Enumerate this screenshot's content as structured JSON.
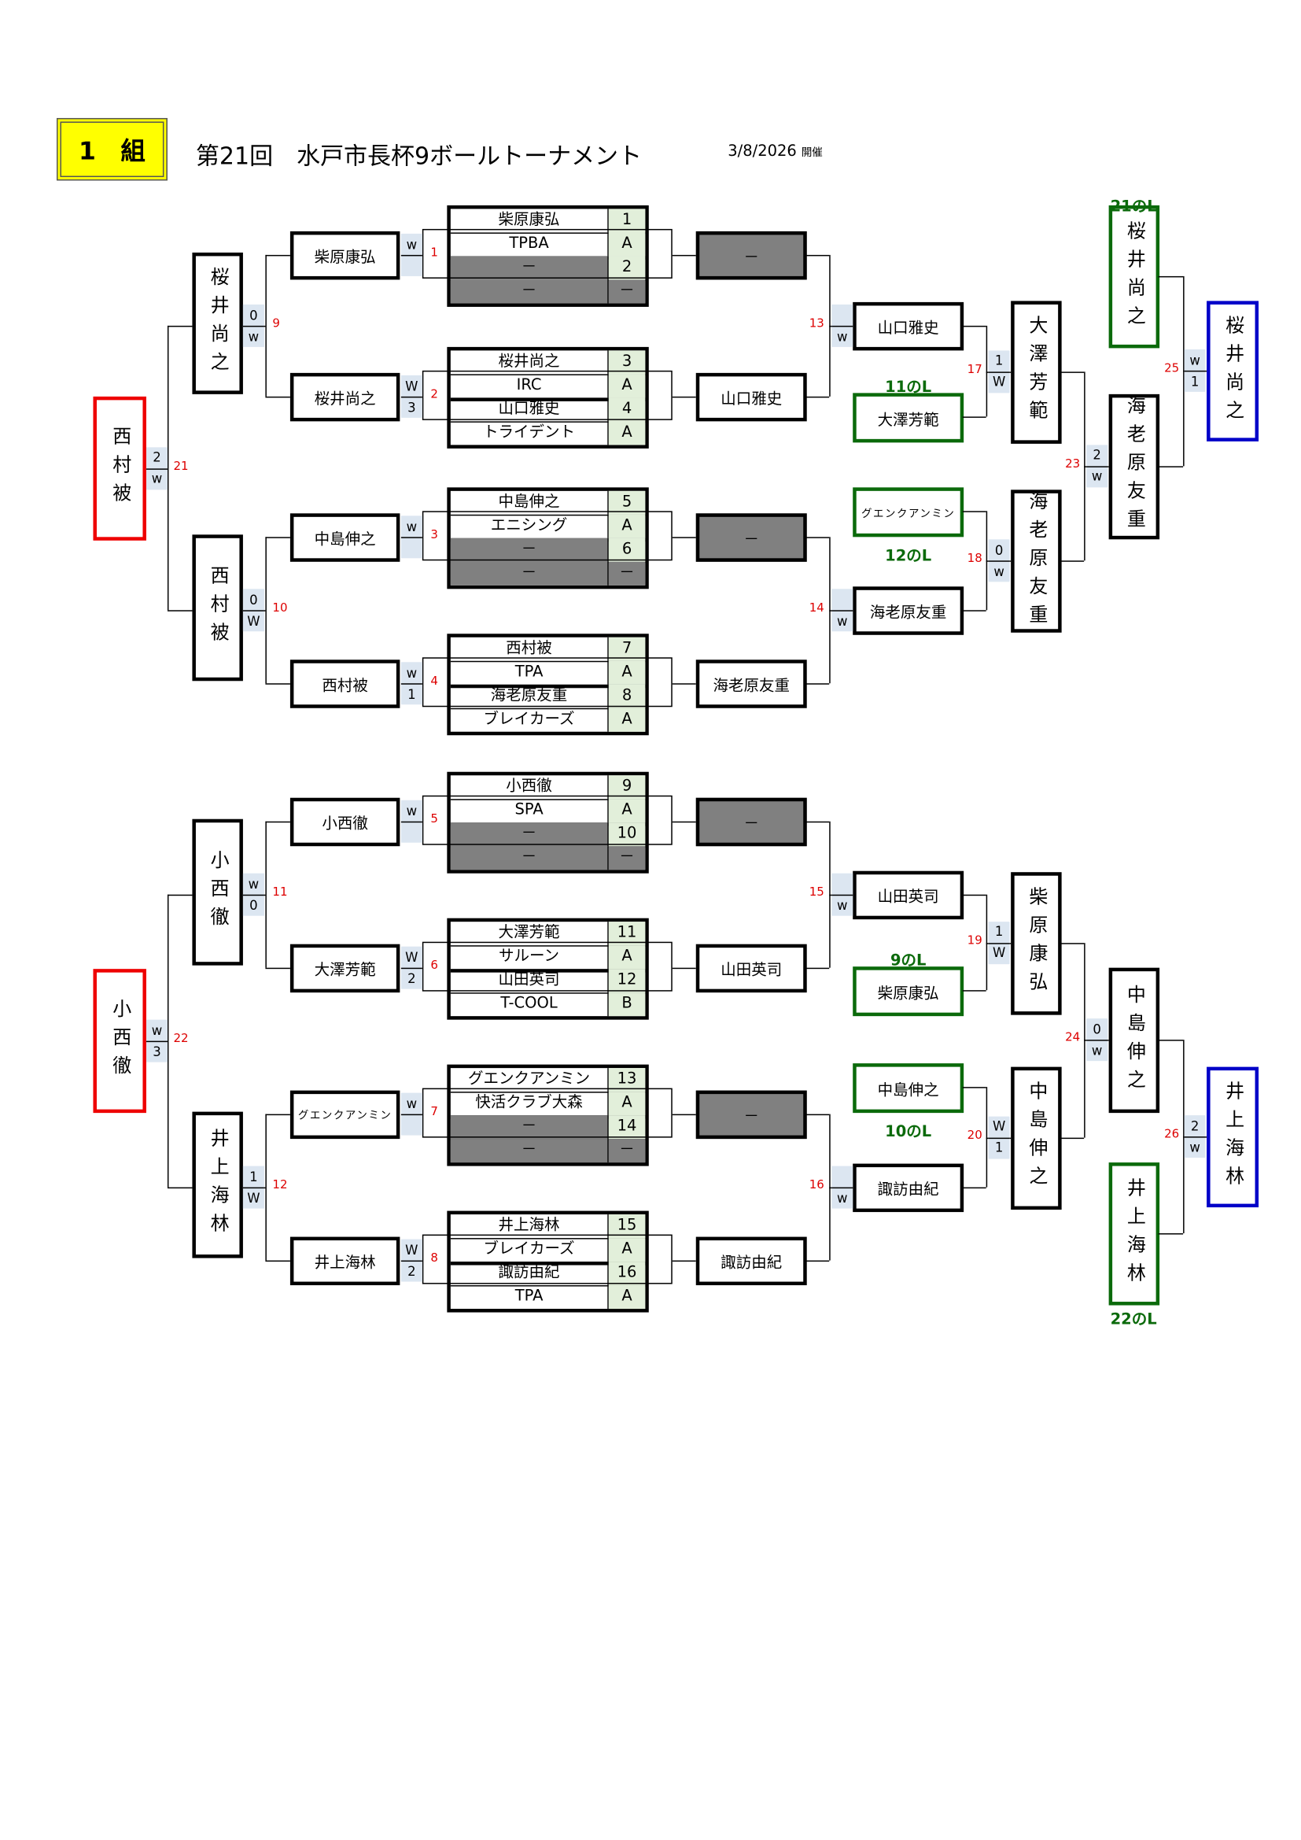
{
  "header": {
    "group": "1　組",
    "title": "第21回　水戸市長杯9ボールトーナメント",
    "date": "3/8/2026",
    "date_suffix": "開催"
  },
  "round1": [
    {
      "match": "1",
      "winner": "柴原康弘",
      "score": [
        "w",
        ""
      ],
      "rows": [
        {
          "name": "柴原康弘",
          "seed": "1"
        },
        {
          "name": "TPBA",
          "seed": "A"
        },
        {
          "name": "－",
          "seed": "2"
        },
        {
          "name": "－",
          "seed": "－"
        }
      ]
    },
    {
      "match": "2",
      "winner": "桜井尚之",
      "score": [
        "W",
        "3"
      ],
      "rows": [
        {
          "name": "桜井尚之",
          "seed": "3"
        },
        {
          "name": "IRC",
          "seed": "A"
        },
        {
          "name": "山口雅史",
          "seed": "4"
        },
        {
          "name": "トライデント",
          "seed": "A"
        }
      ]
    },
    {
      "match": "3",
      "winner": "中島伸之",
      "score": [
        "w",
        ""
      ],
      "rows": [
        {
          "name": "中島伸之",
          "seed": "5"
        },
        {
          "name": "エニシング",
          "seed": "A"
        },
        {
          "name": "－",
          "seed": "6"
        },
        {
          "name": "－",
          "seed": "－"
        }
      ]
    },
    {
      "match": "4",
      "winner": "西村被",
      "score": [
        "w",
        "1"
      ],
      "rows": [
        {
          "name": "西村被",
          "seed": "7"
        },
        {
          "name": "TPA",
          "seed": "A"
        },
        {
          "name": "海老原友重",
          "seed": "8"
        },
        {
          "name": "ブレイカーズ",
          "seed": "A"
        }
      ]
    },
    {
      "match": "5",
      "winner": "小西徹",
      "score": [
        "w",
        ""
      ],
      "rows": [
        {
          "name": "小西徹",
          "seed": "9"
        },
        {
          "name": "SPA",
          "seed": "A"
        },
        {
          "name": "－",
          "seed": "10"
        },
        {
          "name": "－",
          "seed": "－"
        }
      ]
    },
    {
      "match": "6",
      "winner": "大澤芳範",
      "score": [
        "W",
        "2"
      ],
      "rows": [
        {
          "name": "大澤芳範",
          "seed": "11"
        },
        {
          "name": "サルーン",
          "seed": "A"
        },
        {
          "name": "山田英司",
          "seed": "12"
        },
        {
          "name": "T-COOL",
          "seed": "B"
        }
      ]
    },
    {
      "match": "7",
      "winner": "グエンクアンミン",
      "score": [
        "w",
        ""
      ],
      "rows": [
        {
          "name": "グエンクアンミン",
          "seed": "13"
        },
        {
          "name": "快活クラブ大森",
          "seed": "A"
        },
        {
          "name": "－",
          "seed": "14"
        },
        {
          "name": "－",
          "seed": "－"
        }
      ]
    },
    {
      "match": "8",
      "winner": "井上海林",
      "score": [
        "W",
        "2"
      ],
      "rows": [
        {
          "name": "井上海林",
          "seed": "15"
        },
        {
          "name": "ブレイカーズ",
          "seed": "A"
        },
        {
          "name": "諏訪由紀",
          "seed": "16"
        },
        {
          "name": "TPA",
          "seed": "A"
        }
      ]
    }
  ],
  "left": {
    "r2": [
      {
        "match": "9",
        "name": "桜井尚之",
        "score": [
          "0",
          "w"
        ]
      },
      {
        "match": "10",
        "name": "西村被",
        "score": [
          "0",
          "W"
        ]
      },
      {
        "match": "11",
        "name": "小西徹",
        "score": [
          "w",
          "0"
        ]
      },
      {
        "match": "12",
        "name": "井上海林",
        "score": [
          "1",
          "W"
        ]
      }
    ],
    "r3": [
      {
        "match": "21",
        "name": "西村被",
        "score": [
          "2",
          "w"
        ]
      },
      {
        "match": "22",
        "name": "小西徹",
        "score": [
          "w",
          "3"
        ]
      }
    ]
  },
  "right": {
    "r1": [
      "－",
      "山口雅史",
      "－",
      "海老原友重",
      "－",
      "山田英司",
      "－",
      "諏訪由紀"
    ],
    "r2": [
      {
        "match": "13",
        "name": "山口雅史",
        "score": [
          "",
          "w"
        ]
      },
      {
        "match": "14",
        "name": "海老原友重",
        "score": [
          "",
          "w"
        ]
      },
      {
        "match": "15",
        "name": "山田英司",
        "score": [
          "",
          "w"
        ]
      },
      {
        "match": "16",
        "name": "諏訪由紀",
        "score": [
          "",
          "w"
        ]
      }
    ],
    "losers": [
      {
        "label": "11のL",
        "name": "大澤芳範"
      },
      {
        "label": "12のL",
        "name": "グエンクアンミン"
      },
      {
        "label": "9のL",
        "name": "柴原康弘"
      },
      {
        "label": "10のL",
        "name": "中島伸之"
      }
    ],
    "r3": [
      {
        "match": "17",
        "name": "大澤芳範",
        "score": [
          "1",
          "W"
        ]
      },
      {
        "match": "18",
        "name": "海老原友重",
        "score": [
          "0",
          "w"
        ]
      },
      {
        "match": "19",
        "name": "柴原康弘",
        "score": [
          "1",
          "W"
        ]
      },
      {
        "match": "20",
        "name": "中島伸之",
        "score": [
          "W",
          "1"
        ]
      }
    ],
    "r4": [
      {
        "match": "23",
        "name": "海老原友重",
        "score": [
          "2",
          "w"
        ]
      },
      {
        "match": "24",
        "name": "中島伸之",
        "score": [
          "0",
          "w"
        ]
      }
    ],
    "losers_final": [
      {
        "label": "21のL",
        "name": "桜井尚之"
      },
      {
        "label": "22のL",
        "name": "井上海林"
      }
    ],
    "final": [
      {
        "match": "25",
        "name": "桜井尚之",
        "score": [
          "w",
          "1"
        ]
      },
      {
        "match": "26",
        "name": "井上海林",
        "score": [
          "2",
          "w"
        ]
      }
    ]
  },
  "colors": {
    "header_bg": "#ffff00",
    "winner_left": "#ee0000",
    "winner_right": "#0000c8",
    "losers_bracket": "#0b6a0b",
    "bye": "#808080",
    "seed_bg": "#e2efda",
    "score_bg": "#dce6f1",
    "match_number": "#dd0000"
  }
}
